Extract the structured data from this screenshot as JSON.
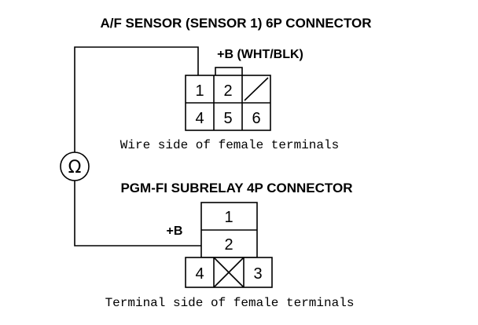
{
  "af_sensor": {
    "title": "A/F SENSOR (SENSOR 1) 6P CONNECTOR",
    "plus_b_label": "+B (WHT/BLK)",
    "pins": [
      "1",
      "2",
      "4",
      "5",
      "6"
    ],
    "caption": "Wire side of female terminals"
  },
  "meter": {
    "symbol": "Ω"
  },
  "subrelay": {
    "title": "PGM-FI SUBRELAY 4P CONNECTOR",
    "plus_b_label": "+B",
    "pins": [
      "1",
      "2",
      "4",
      "3"
    ],
    "caption": "Terminal side of female terminals"
  },
  "colors": {
    "line": "#000000",
    "background": "#ffffff"
  }
}
